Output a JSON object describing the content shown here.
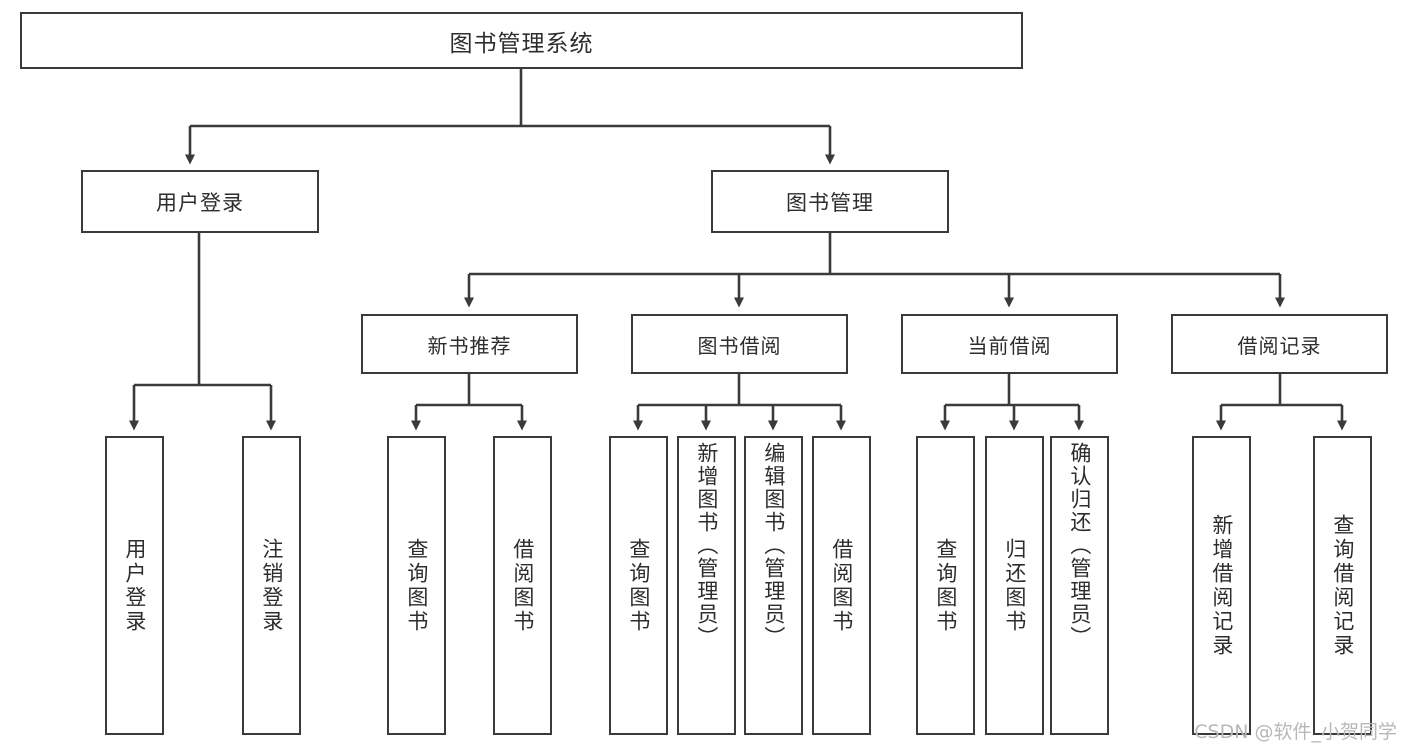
{
  "diagram": {
    "type": "tree-hierarchy",
    "title": "图书管理系统",
    "watermark": "CSDN @软件_小贺同学",
    "colors": {
      "box_border": "#3a3a3a",
      "box_fill": "#ffffff",
      "line": "#3a3a3a",
      "text": "#2d2d2d",
      "watermark": "#b8b8b8",
      "background": "#ffffff"
    },
    "root": {
      "label": "图书管理系统"
    },
    "level2": [
      {
        "label": "用户登录"
      },
      {
        "label": "图书管理"
      }
    ],
    "level3": [
      {
        "label": "新书推荐"
      },
      {
        "label": "图书借阅"
      },
      {
        "label": "当前借阅"
      },
      {
        "label": "借阅记录"
      }
    ],
    "leaves": {
      "user_login": [
        {
          "label": "用户登录"
        },
        {
          "label": "注销登录"
        }
      ],
      "new_book_recommend": [
        {
          "label": "查询图书"
        },
        {
          "label": "借阅图书"
        }
      ],
      "book_borrow": [
        {
          "label": "查询图书"
        },
        {
          "label": "新增图书（管理员）"
        },
        {
          "label": "编辑图书（管理员）"
        },
        {
          "label": "借阅图书"
        }
      ],
      "current_borrow": [
        {
          "label": "查询图书"
        },
        {
          "label": "归还图书"
        },
        {
          "label": "确认归还（管理员）"
        }
      ],
      "borrow_record": [
        {
          "label": "新增借阅记录"
        },
        {
          "label": "查询借阅记录"
        }
      ]
    }
  }
}
